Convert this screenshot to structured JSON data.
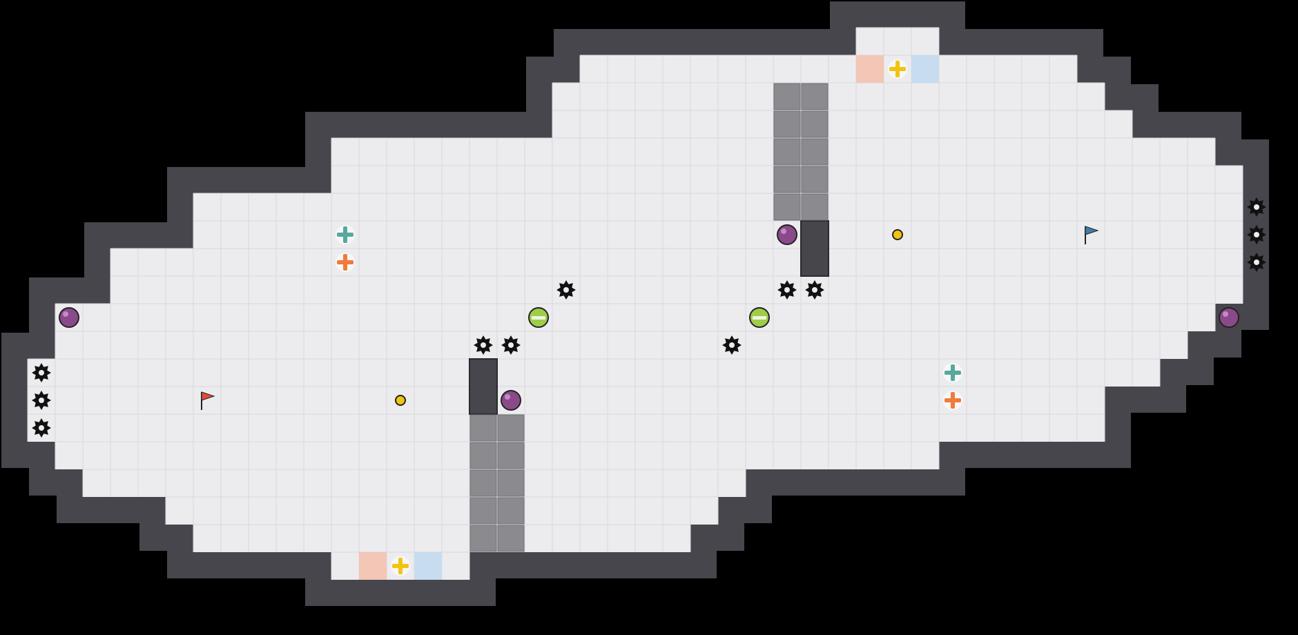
{
  "colors": {
    "background": "#000000",
    "wall": "#46464c",
    "wall_edge": "#2a2a2e",
    "floor": "#ececef",
    "floor_grid": "#d7d7dc",
    "grate": "#8a8a8f",
    "pad_red": "#f3c6b5",
    "pad_blue": "#c7dcef",
    "team_red": "#e14a3c",
    "team_blue": "#3f7ea6",
    "boost_teal": "#58a89b",
    "boost_orange": "#f07b3a",
    "boost_yellow": "#f1c40f",
    "bomb": "#8a4a8a",
    "portal_green": "#9fcc4a",
    "spike": "#111111",
    "token": "#f1c40f"
  },
  "level": {
    "floor_regions": [
      {
        "c0": 31,
        "c1": 34,
        "r0": 1,
        "r1": 2
      },
      {
        "c0": 21,
        "c1": 39,
        "r0": 2,
        "r1": 3
      },
      {
        "c0": 20,
        "c1": 40,
        "r0": 3,
        "r1": 4
      },
      {
        "c0": 20,
        "c1": 41,
        "r0": 4,
        "r1": 5
      },
      {
        "c0": 12,
        "c1": 44,
        "r0": 5,
        "r1": 6
      },
      {
        "c0": 12,
        "c1": 45,
        "r0": 6,
        "r1": 7
      },
      {
        "c0": 7,
        "c1": 45,
        "r0": 7,
        "r1": 8
      },
      {
        "c0": 7,
        "c1": 45,
        "r0": 8,
        "r1": 9
      },
      {
        "c0": 4,
        "c1": 45,
        "r0": 9,
        "r1": 10
      },
      {
        "c0": 4,
        "c1": 45,
        "r0": 10,
        "r1": 11
      },
      {
        "c0": 2,
        "c1": 44,
        "r0": 11,
        "r1": 12
      },
      {
        "c0": 2,
        "c1": 43,
        "r0": 12,
        "r1": 13
      },
      {
        "c0": 1,
        "c1": 42,
        "r0": 13,
        "r1": 14
      },
      {
        "c0": 1,
        "c1": 40,
        "r0": 14,
        "r1": 15
      },
      {
        "c0": 1,
        "c1": 40,
        "r0": 15,
        "r1": 16
      },
      {
        "c0": 2,
        "c1": 34,
        "r0": 16,
        "r1": 17
      },
      {
        "c0": 3,
        "c1": 27,
        "r0": 17,
        "r1": 18
      },
      {
        "c0": 6,
        "c1": 26,
        "r0": 18,
        "r1": 19
      },
      {
        "c0": 7,
        "c1": 25,
        "r0": 19,
        "r1": 20
      },
      {
        "c0": 12,
        "c1": 17,
        "r0": 20,
        "r1": 21
      }
    ],
    "wall_blocks": [
      {
        "c": 17,
        "r": 13,
        "w": 1,
        "h": 2
      },
      {
        "c": 29,
        "r": 8,
        "w": 1,
        "h": 2
      }
    ],
    "grates": [
      {
        "c": 28,
        "r": 3,
        "w": 2,
        "h": 5
      },
      {
        "c": 17,
        "r": 15,
        "w": 2,
        "h": 5
      }
    ],
    "pads": [
      {
        "c": 31,
        "r": 2,
        "color": "pad_red"
      },
      {
        "c": 33,
        "r": 2,
        "color": "pad_blue"
      },
      {
        "c": 13,
        "r": 20,
        "color": "pad_red"
      },
      {
        "c": 15,
        "r": 20,
        "color": "pad_blue"
      }
    ],
    "boosts": [
      {
        "c": 12,
        "r": 8,
        "color": "boost_teal"
      },
      {
        "c": 12,
        "r": 9,
        "color": "boost_orange"
      },
      {
        "c": 34,
        "r": 13,
        "color": "boost_teal"
      },
      {
        "c": 34,
        "r": 14,
        "color": "boost_orange"
      },
      {
        "c": 32,
        "r": 2,
        "color": "boost_yellow"
      },
      {
        "c": 14,
        "r": 20,
        "color": "boost_yellow"
      }
    ],
    "bombs": [
      {
        "c": 2,
        "r": 11
      },
      {
        "c": 28,
        "r": 8
      },
      {
        "c": 18,
        "r": 14
      },
      {
        "c": 44,
        "r": 11
      }
    ],
    "portals": [
      {
        "c": 19,
        "r": 11
      },
      {
        "c": 27,
        "r": 11
      }
    ],
    "spikes": [
      {
        "c": 1,
        "r": 13
      },
      {
        "c": 1,
        "r": 14
      },
      {
        "c": 1,
        "r": 15
      },
      {
        "c": 45,
        "r": 7
      },
      {
        "c": 45,
        "r": 8
      },
      {
        "c": 45,
        "r": 9
      },
      {
        "c": 20,
        "r": 10
      },
      {
        "c": 17,
        "r": 12
      },
      {
        "c": 18,
        "r": 12
      },
      {
        "c": 28,
        "r": 10
      },
      {
        "c": 29,
        "r": 10
      },
      {
        "c": 26,
        "r": 12
      }
    ],
    "tokens": [
      {
        "c": 14,
        "r": 14
      },
      {
        "c": 32,
        "r": 8
      }
    ],
    "flags": [
      {
        "c": 7,
        "r": 14,
        "team": "red"
      },
      {
        "c": 39,
        "r": 8,
        "team": "blue"
      }
    ]
  }
}
